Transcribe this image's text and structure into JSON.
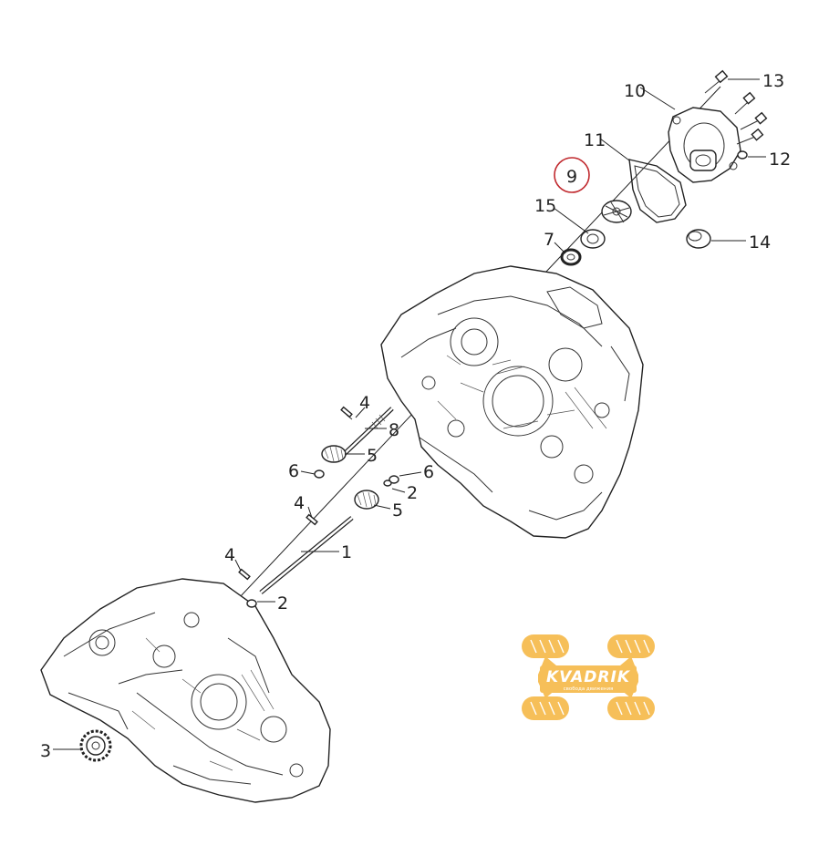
{
  "diagram": {
    "callouts": {
      "c1": "1",
      "c2a": "2",
      "c2b": "2",
      "c3": "3",
      "c4a": "4",
      "c4b": "4",
      "c4c": "4",
      "c5a": "5",
      "c5b": "5",
      "c6a": "6",
      "c6b": "6",
      "c7": "7",
      "c8": "8",
      "c9": "9",
      "c10": "10",
      "c11": "11",
      "c12": "12",
      "c13": "13",
      "c14": "14",
      "c15": "15"
    },
    "highlight_color": "#c0282d"
  },
  "watermark": {
    "brand": "KVADRIK",
    "slogan": "свобода движения",
    "color": "#f5b53d"
  }
}
